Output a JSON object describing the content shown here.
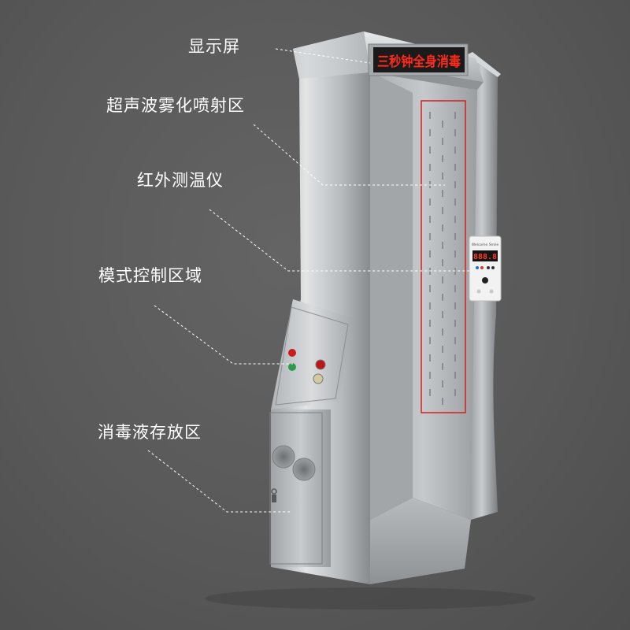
{
  "callouts": {
    "display": "显示屏",
    "spray": "超声波雾化喷射区",
    "thermometer": "红外测温仪",
    "control": "模式控制区域",
    "storage": "消毒液存放区"
  },
  "led_sign": {
    "text": "三秒钟全身消毒",
    "color": "#ff2a1a"
  },
  "thermometer_device": {
    "brand": "Welcome Smile",
    "readout": "888.8"
  },
  "colors": {
    "background": "#595959",
    "steel_light": "#d9dcde",
    "steel_dark": "#6e7275",
    "spray_outline": "#d42020",
    "leader_line": "#ffffff"
  },
  "icons": [
    "door-frame-illustration",
    "red-indicator-light",
    "green-indicator-light",
    "speaker-grille-icon",
    "lock-icon"
  ]
}
